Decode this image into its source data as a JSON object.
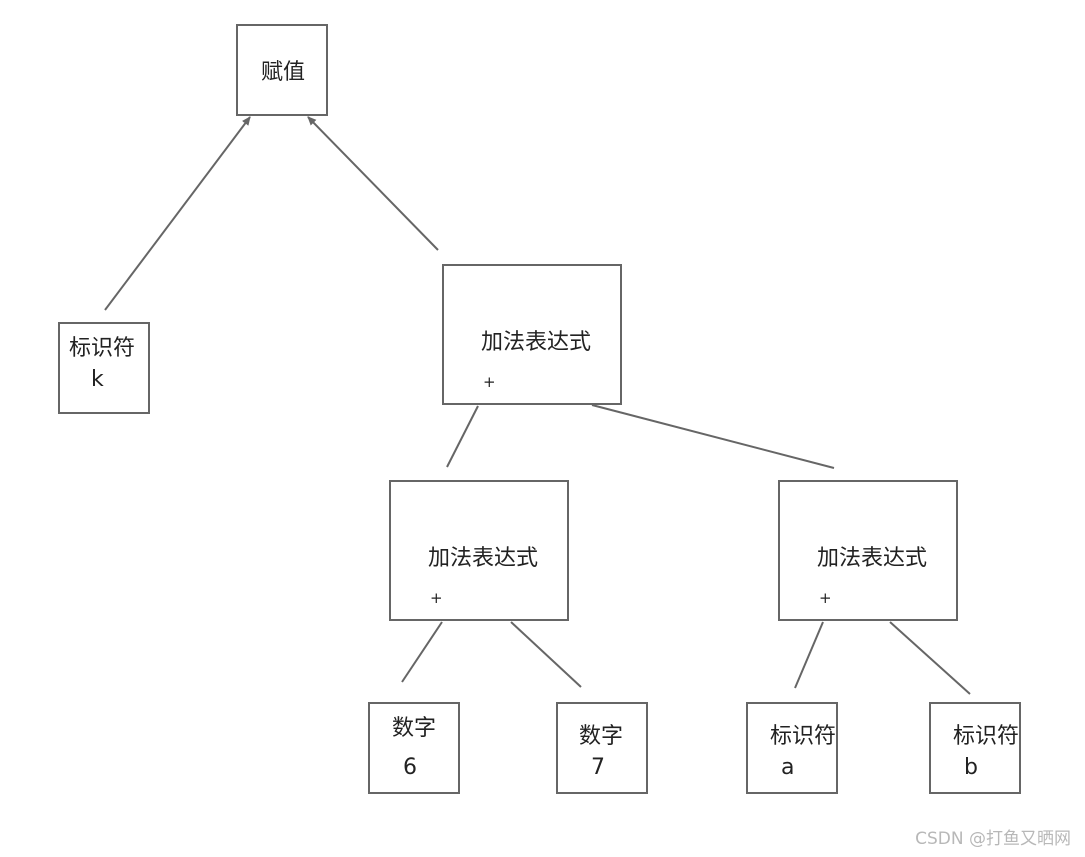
{
  "colors": {
    "stroke": "#666666",
    "text": "#222222",
    "watermark": "#b8b8b8"
  },
  "nodes": {
    "assign": {
      "label": "赋值"
    },
    "ident_k": {
      "label": "标识符",
      "value": "k"
    },
    "add_top": {
      "label": "加法表达式",
      "op": "+"
    },
    "add_left": {
      "label": "加法表达式",
      "op": "+"
    },
    "add_right": {
      "label": "加法表达式",
      "op": "+"
    },
    "num_6": {
      "label": "数字",
      "value": "6"
    },
    "num_7": {
      "label": "数字",
      "value": "7"
    },
    "ident_a": {
      "label": "标识符",
      "value": "a"
    },
    "ident_b": {
      "label": "标识符",
      "value": "b"
    }
  },
  "edges": [
    {
      "from": "ident_k",
      "to": "assign",
      "arrow": true
    },
    {
      "from": "add_top",
      "to": "assign",
      "arrow": true
    },
    {
      "from": "add_top",
      "to": "add_left",
      "arrow": false
    },
    {
      "from": "add_top",
      "to": "add_right",
      "arrow": false
    },
    {
      "from": "add_left",
      "to": "num_6",
      "arrow": false
    },
    {
      "from": "add_left",
      "to": "num_7",
      "arrow": false
    },
    {
      "from": "add_right",
      "to": "ident_a",
      "arrow": false
    },
    {
      "from": "add_right",
      "to": "ident_b",
      "arrow": false
    }
  ],
  "watermark": "CSDN @打鱼又晒网"
}
